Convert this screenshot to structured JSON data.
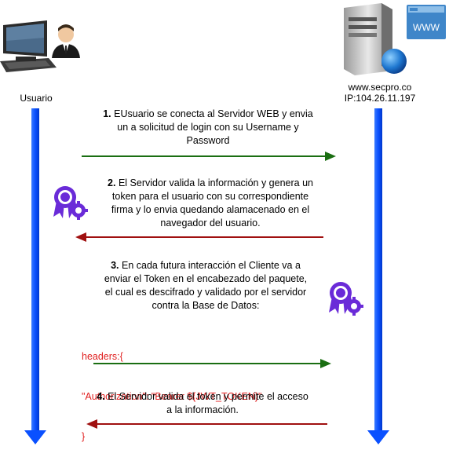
{
  "actors": {
    "client": {
      "label": "Usuario",
      "icon": "user-computer-icon"
    },
    "server": {
      "label_line1": "www.secpro.co",
      "label_line2": "IP:104.26.11.197",
      "icon": "web-server-icon",
      "badge": "WWW"
    }
  },
  "steps": [
    {
      "num": "1.",
      "text_first": "EUsuario se conecta al Servidor WEB y envia",
      "text_rest": [
        "un a solicitud de login con su Username y",
        "Password"
      ]
    },
    {
      "num": "2.",
      "text_first": "El Servidor valida  la información y genera un",
      "text_rest": [
        "token para el usuario con su correspondiente",
        "firma y lo envia quedando alamacenado en el",
        "navegador del usuario."
      ]
    },
    {
      "num": "3.",
      "text_first": "En cada futura interacción el Cliente va a",
      "text_rest": [
        "enviar el Token en el encabezado del paquete,",
        "el cual es descifrado y validado por el servidor",
        "contra la Base de Datos:"
      ]
    },
    {
      "num": "4.",
      "text_first": "El Servidor valida el token y permite el acceso",
      "text_rest": [
        "a la información."
      ]
    }
  ],
  "code": {
    "line1": "headers:{",
    "line2": "\"Authorization\": \"Bearer ${JWT_TOKEN}\"",
    "line3": "}"
  },
  "colors": {
    "lifeline": "#0a50ff",
    "request_arrow": "#1a6e12",
    "response_arrow": "#a01010",
    "code_text": "#e02020",
    "certificate": "#6a2bd8"
  },
  "icons": [
    "certificate-icon",
    "certificate-icon"
  ]
}
